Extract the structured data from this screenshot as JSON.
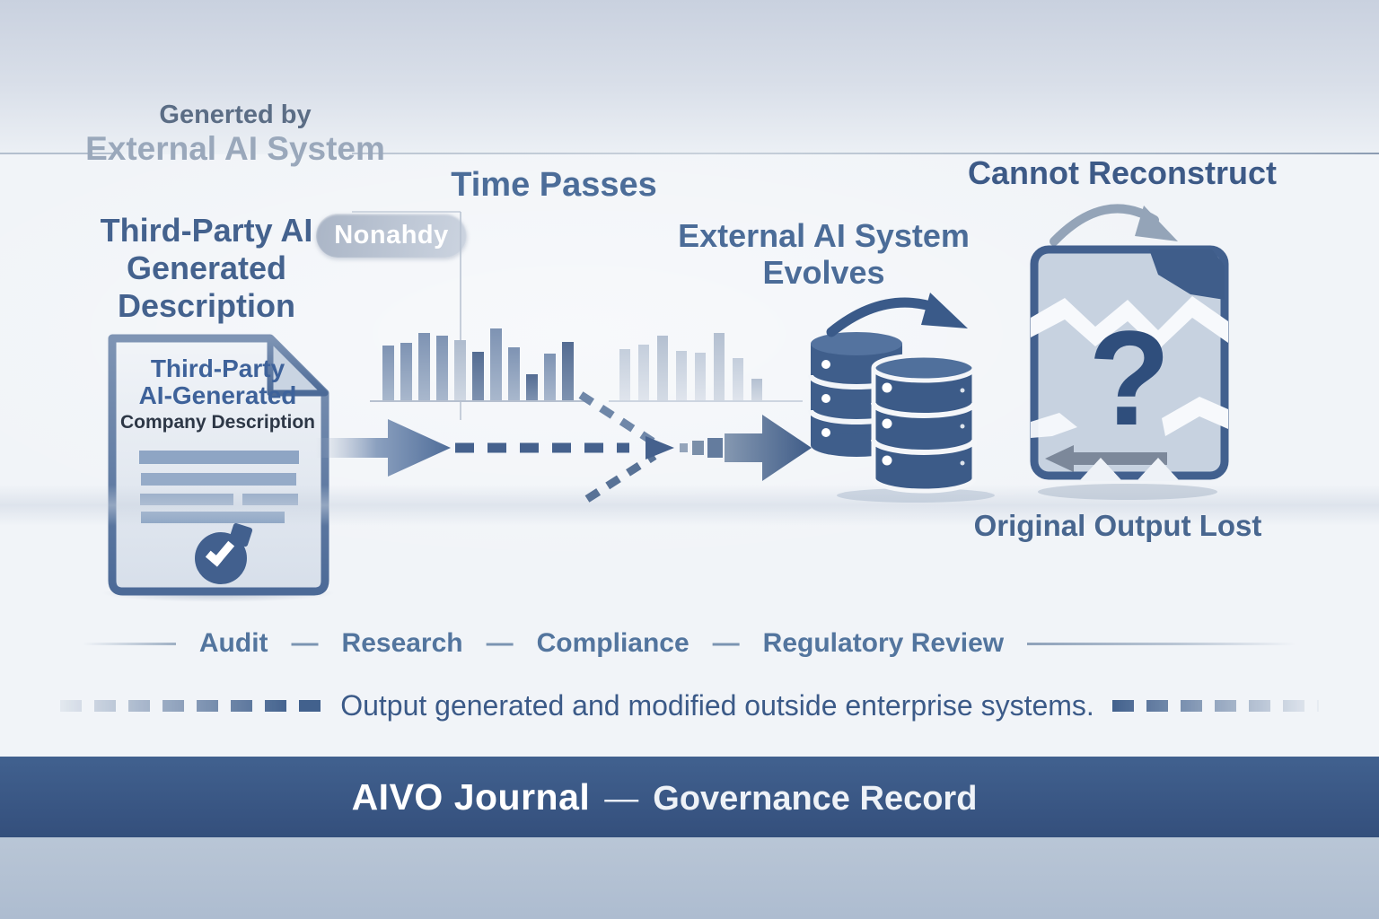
{
  "header": {
    "pretitle": "Generted by",
    "title": "External AI System"
  },
  "source": {
    "heading_line1": "Third-Party AI",
    "heading_line2": "Generated",
    "heading_line3": "Description",
    "badge": "Nonahdy",
    "doc_title_line1": "Third-Party",
    "doc_title_line2": "AI-Generated",
    "doc_title_line3": "Company Description"
  },
  "time": {
    "heading": "Time Passes"
  },
  "evolve": {
    "heading_line1": "External AI System",
    "heading_line2": "Evolves"
  },
  "lost": {
    "heading": "Cannot Reconstruct",
    "question_mark": "?",
    "caption": "Original Output Lost"
  },
  "use_cases": {
    "items": [
      "Audit",
      "Research",
      "Compliance",
      "Regulatory Review"
    ],
    "separator": "—"
  },
  "note": {
    "text": "Output generated and modified outside enterprise systems."
  },
  "footer": {
    "brand": "AIVO Journal",
    "separator": "—",
    "subtitle": "Governance Record"
  },
  "icons": {
    "checkmark": "✓"
  },
  "colors": {
    "accent_dark": "#3f5c88",
    "heading_blue": "#4a6b96",
    "band_navy": "#3a5885",
    "band_light": "#b2c0d2",
    "bar_blue": "#7e93b3",
    "badge_bg": "#bcc6d4"
  },
  "chart_data": {
    "type": "bar",
    "title": "Decorative activity bars under Time Passes",
    "series": [
      {
        "name": "time_passes_bars",
        "values": [
          62,
          65,
          76,
          73,
          68,
          55,
          81,
          60,
          30,
          53,
          66
        ]
      },
      {
        "name": "faded_bars",
        "values": [
          58,
          63,
          73,
          56,
          54,
          76,
          48,
          25
        ]
      }
    ],
    "xlabel": "",
    "ylabel": "",
    "legend": false,
    "grid": false
  },
  "charts": {
    "time_passes_bars": [
      {
        "h": 62,
        "s": "m"
      },
      {
        "h": 65,
        "s": "m"
      },
      {
        "h": 76,
        "s": "m"
      },
      {
        "h": 73,
        "s": "m"
      },
      {
        "h": 68,
        "s": "l"
      },
      {
        "h": 55,
        "s": "d"
      },
      {
        "h": 81,
        "s": "m"
      },
      {
        "h": 60,
        "s": "m"
      },
      {
        "h": 30,
        "s": "d"
      },
      {
        "h": 53,
        "s": "m"
      },
      {
        "h": 66,
        "s": "d"
      }
    ],
    "faded_bars": [
      {
        "h": 58,
        "s": "m"
      },
      {
        "h": 63,
        "s": "m"
      },
      {
        "h": 73,
        "s": "d"
      },
      {
        "h": 56,
        "s": "m"
      },
      {
        "h": 54,
        "s": "m"
      },
      {
        "h": 76,
        "s": "d"
      },
      {
        "h": 48,
        "s": "m"
      },
      {
        "h": 25,
        "s": "d"
      }
    ]
  }
}
